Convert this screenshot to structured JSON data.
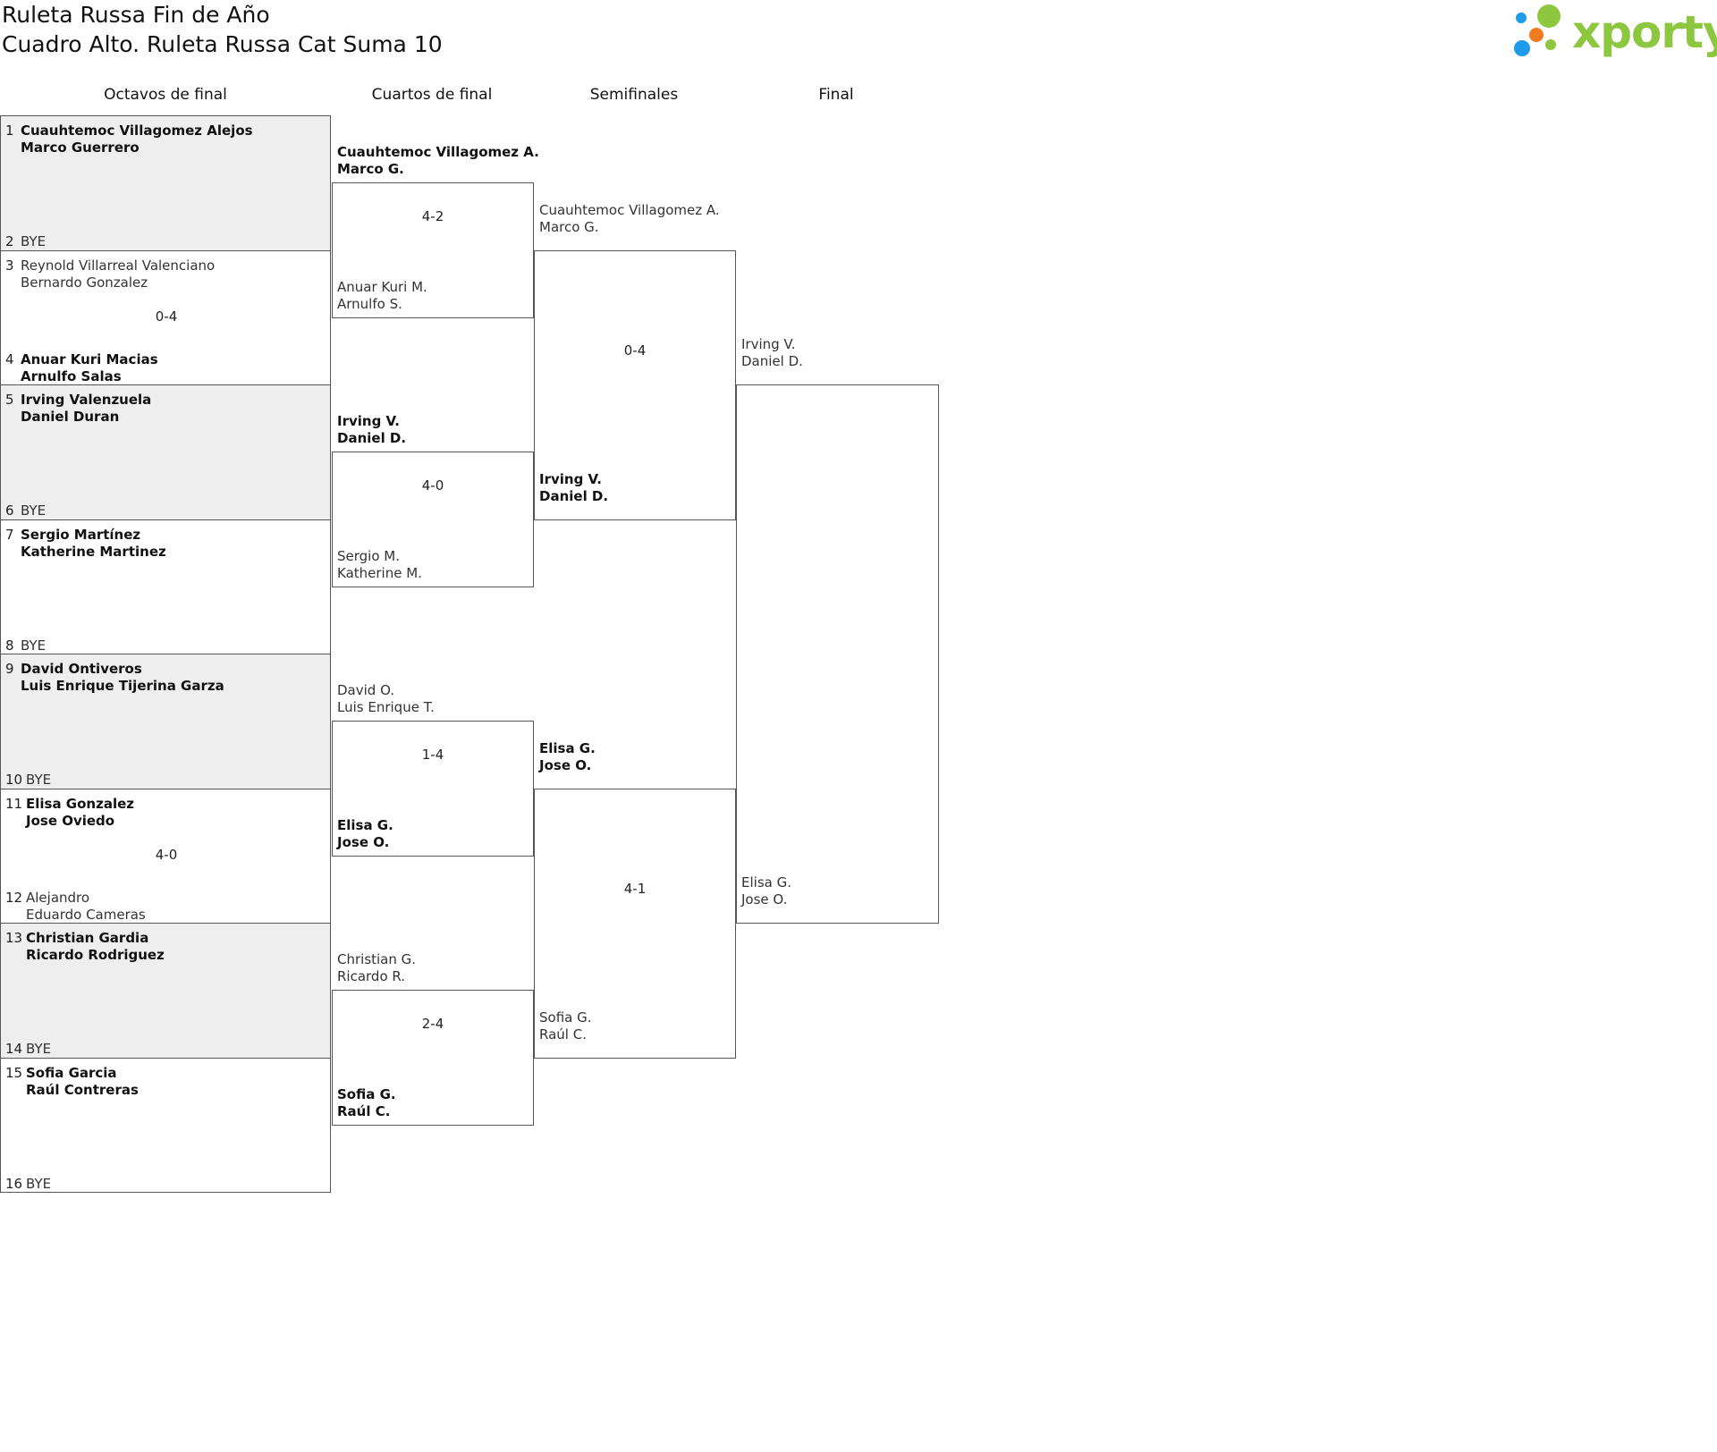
{
  "header": {
    "title": "Ruleta Russa Fin de Año",
    "subtitle": "Cuadro Alto. Ruleta Russa Cat Suma 10"
  },
  "logo": {
    "text": "xporty",
    "colors": [
      "#1e9be9",
      "#8dc63f",
      "#f07c20"
    ]
  },
  "rounds": [
    "Octavos de final",
    "Cuartos de final",
    "Semifinales",
    "Final"
  ],
  "octavos": {
    "slots": [
      {
        "seed": "1",
        "p1": "Cuauhtemoc Villagomez Alejos",
        "p2": "Marco Guerrero"
      },
      {
        "seed": "2",
        "p1": "BYE",
        "p2": ""
      },
      {
        "seed": "3",
        "p1": "Reynold Villarreal Valenciano",
        "p2": "Bernardo Gonzalez"
      },
      {
        "seed": "4",
        "p1": "Anuar Kuri Macias",
        "p2": "Arnulfo Salas"
      },
      {
        "seed": "5",
        "p1": "Irving Valenzuela",
        "p2": "Daniel Duran"
      },
      {
        "seed": "6",
        "p1": "BYE",
        "p2": ""
      },
      {
        "seed": "7",
        "p1": "Sergio Martínez",
        "p2": "Katherine Martinez"
      },
      {
        "seed": "8",
        "p1": "BYE",
        "p2": ""
      },
      {
        "seed": "9",
        "p1": "David Ontiveros",
        "p2": "Luis Enrique Tijerina Garza"
      },
      {
        "seed": "10",
        "p1": "BYE",
        "p2": ""
      },
      {
        "seed": "11",
        "p1": "Elisa Gonzalez",
        "p2": "Jose Oviedo"
      },
      {
        "seed": "12",
        "p1": "Alejandro",
        "p2": "Eduardo Cameras"
      },
      {
        "seed": "13",
        "p1": "Christian Gardia",
        "p2": "Ricardo Rodriguez"
      },
      {
        "seed": "14",
        "p1": "BYE",
        "p2": ""
      },
      {
        "seed": "15",
        "p1": "Sofia Garcia",
        "p2": "Raúl Contreras"
      },
      {
        "seed": "16",
        "p1": "BYE",
        "p2": ""
      }
    ],
    "scores": [
      "",
      "0-4",
      "",
      "",
      "",
      "4-0",
      "",
      ""
    ]
  },
  "cuartos": {
    "teams": [
      {
        "p1": "Cuauhtemoc Villagomez A.",
        "p2": "Marco G."
      },
      {
        "p1": "Anuar Kuri M.",
        "p2": "Arnulfo S."
      },
      {
        "p1": "Irving V.",
        "p2": "Daniel D."
      },
      {
        "p1": "Sergio M.",
        "p2": "Katherine M."
      },
      {
        "p1": "David O.",
        "p2": "Luis Enrique T."
      },
      {
        "p1": "Elisa G.",
        "p2": "Jose O."
      },
      {
        "p1": "Christian G.",
        "p2": "Ricardo R."
      },
      {
        "p1": "Sofia G.",
        "p2": "Raúl C."
      }
    ],
    "scores": [
      "4-2",
      "4-0",
      "1-4",
      "2-4"
    ]
  },
  "semis": {
    "teams": [
      {
        "p1": "Cuauhtemoc Villagomez A.",
        "p2": "Marco G."
      },
      {
        "p1": "Irving V.",
        "p2": "Daniel D."
      },
      {
        "p1": "Elisa G.",
        "p2": "Jose O."
      },
      {
        "p1": "Sofia G.",
        "p2": "Raúl C."
      }
    ],
    "scores": [
      "0-4",
      "4-1"
    ]
  },
  "final": {
    "teams": [
      {
        "p1": "Irving V.",
        "p2": "Daniel D."
      },
      {
        "p1": "Elisa G.",
        "p2": "Jose O."
      }
    ]
  }
}
